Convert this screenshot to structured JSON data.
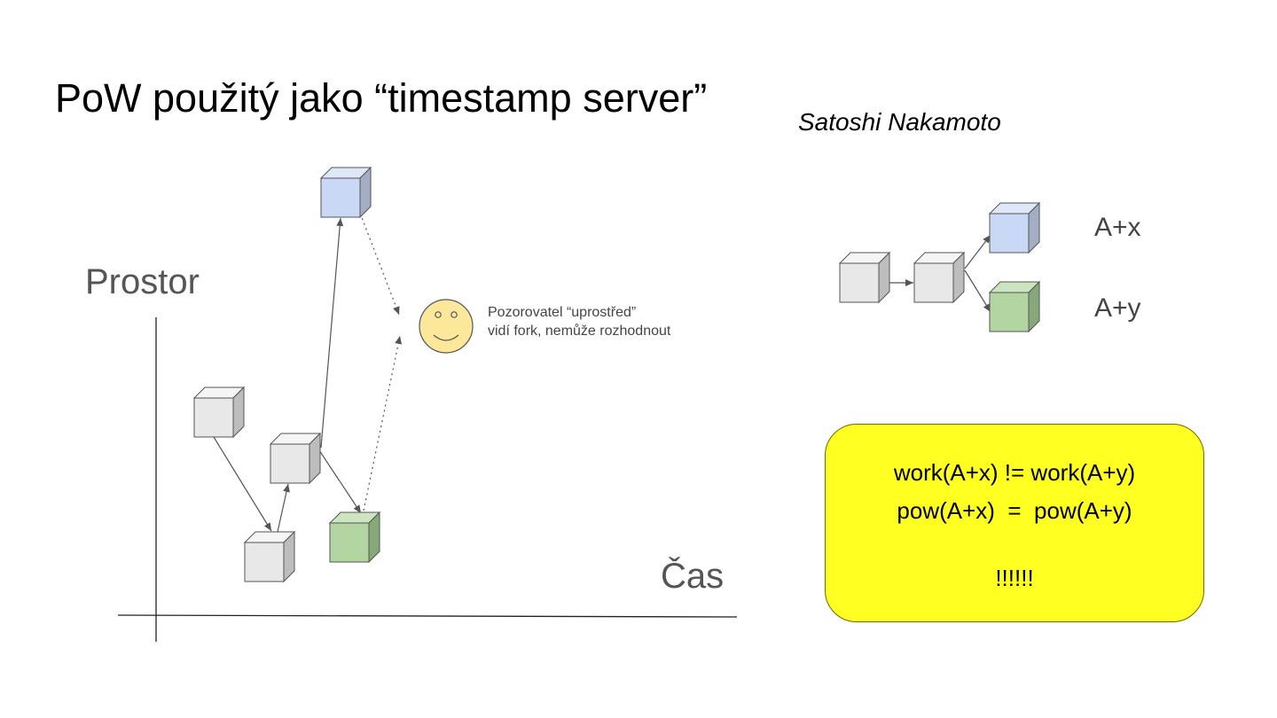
{
  "title": "PoW použitý jako “timestamp server”",
  "attribution": "Satoshi Nakamoto",
  "axes": {
    "y_label": "Prostor",
    "x_label": "Čas"
  },
  "observer": {
    "icon": "smiley-face-icon",
    "line1": "Pozorovatel “uprostřed”",
    "line2": "vidí fork, nemůže rozhodnout"
  },
  "fork_labels": {
    "branch_x": "A+x",
    "branch_y": "A+y"
  },
  "note": {
    "line1": "work(A+x) != work(A+y)",
    "line2": "pow(A+x)  =  pow(A+y)",
    "line3": "!!!!!!"
  },
  "colors": {
    "block_gray": "#e8e8e8",
    "block_blue": "#c9d9f5",
    "block_green": "#b3d5a1",
    "note_bg": "#ffff22",
    "smiley": "#fde79a"
  }
}
